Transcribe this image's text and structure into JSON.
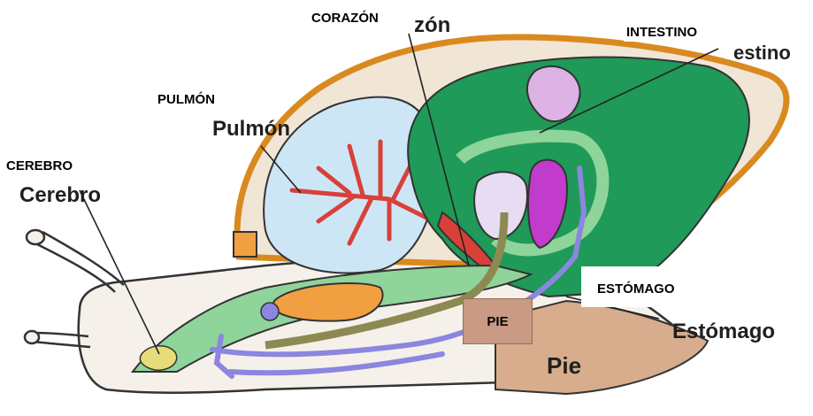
{
  "labels": {
    "corazon": "CORAZÓN",
    "intestino": "INTESTINO",
    "pulmon": "PULMÓN",
    "cerebro": "CEREBRO",
    "estomago": "ESTÓMAGO",
    "pie": "PIE"
  },
  "original_labels": {
    "corazon_partial": "zón",
    "intestino_partial": "estino",
    "pulmon_partial": "Pulmón",
    "cerebro_partial": "Cerebro",
    "estomago": "Estómago",
    "pie": "Pie"
  },
  "colors": {
    "shell_outline": "#d98a1e",
    "shell_fill": "#f1e5d6",
    "lung": "#cde6f6",
    "vessels": "#d9403a",
    "intestine": "#1f9a58",
    "intestine_light": "#8fd49a",
    "stomach": "#c13ccc",
    "stomach_pale": "#e7dcf2",
    "digestive_gland": "#ddb3e6",
    "nerves": "#8b86e0",
    "gut_tube": "#8c8a52",
    "orange_gland": "#f0a040",
    "foot": "#d7ad8d",
    "brain": "#e6dd7a",
    "pie_tag": "#c99a84"
  }
}
